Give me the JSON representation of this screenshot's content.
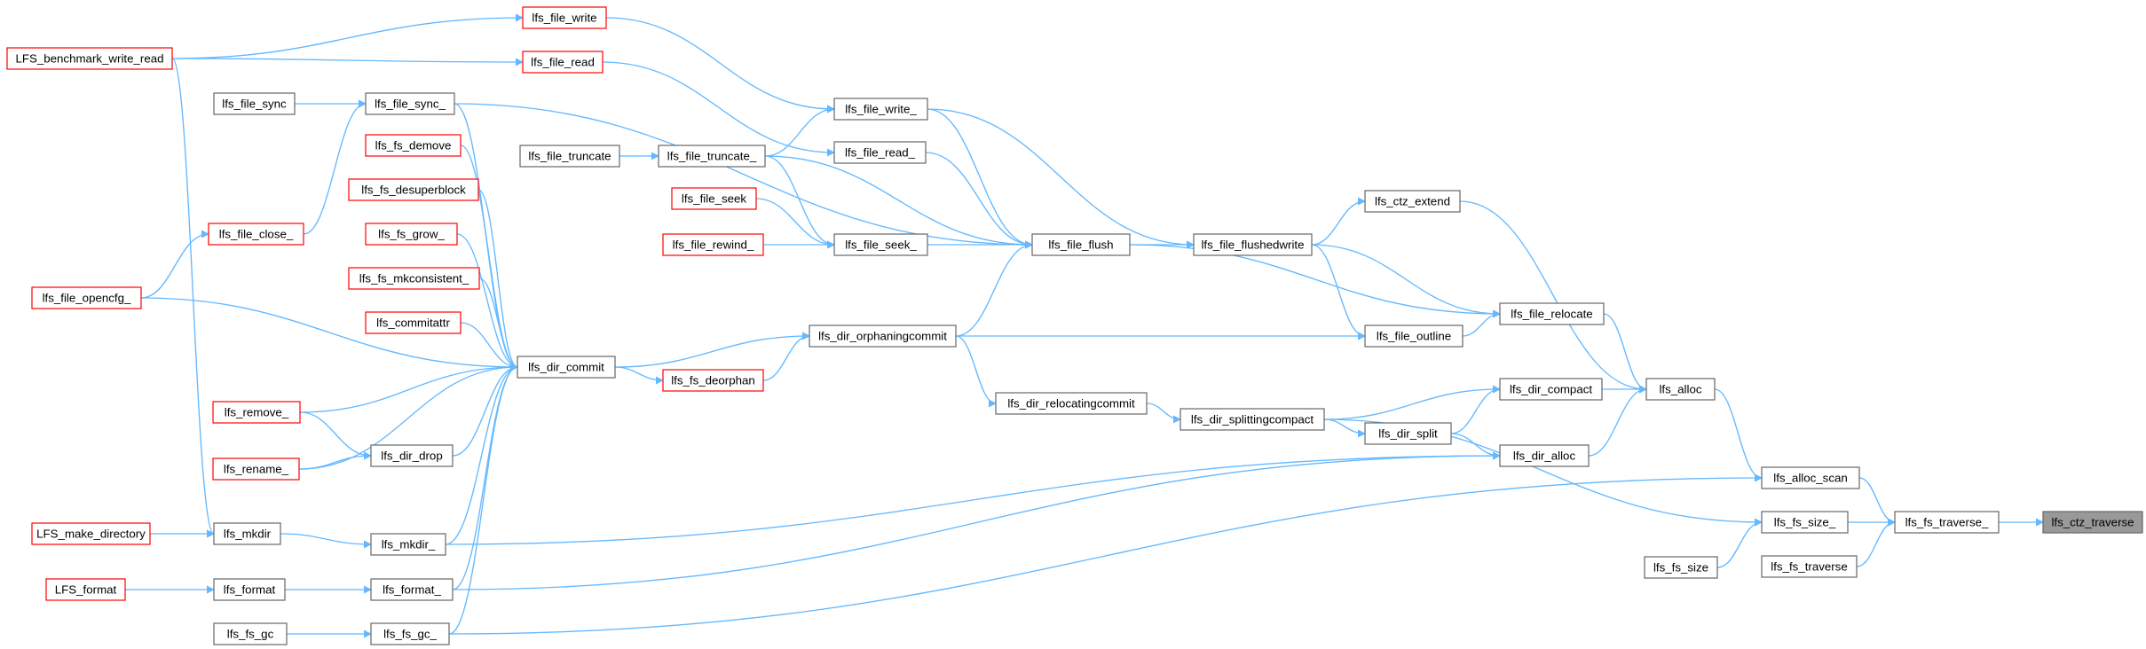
{
  "graph": {
    "title": "",
    "colors": {
      "edge": "#63b8ff",
      "node_border": "#666666",
      "truncated_border": "#ff0000",
      "root_fill": "#999999",
      "node_fill": "#ffffff"
    },
    "nodes": [
      {
        "id": "lfs_ctz_traverse",
        "label": "lfs_ctz_traverse",
        "style": "root"
      },
      {
        "id": "lfs_fs_traverse_",
        "label": "lfs_fs_traverse_",
        "style": "normal"
      },
      {
        "id": "lfs_alloc_scan",
        "label": "lfs_alloc_scan",
        "style": "normal"
      },
      {
        "id": "lfs_fs_size_",
        "label": "lfs_fs_size_",
        "style": "normal"
      },
      {
        "id": "lfs_fs_traverse",
        "label": "lfs_fs_traverse",
        "style": "normal"
      },
      {
        "id": "lfs_fs_size",
        "label": "lfs_fs_size",
        "style": "normal"
      },
      {
        "id": "lfs_alloc",
        "label": "lfs_alloc",
        "style": "normal"
      },
      {
        "id": "lfs_dir_compact",
        "label": "lfs_dir_compact",
        "style": "normal"
      },
      {
        "id": "lfs_dir_alloc",
        "label": "lfs_dir_alloc",
        "style": "normal"
      },
      {
        "id": "lfs_file_relocate",
        "label": "lfs_file_relocate",
        "style": "normal"
      },
      {
        "id": "lfs_ctz_extend",
        "label": "lfs_ctz_extend",
        "style": "normal"
      },
      {
        "id": "lfs_file_outline",
        "label": "lfs_file_outline",
        "style": "normal"
      },
      {
        "id": "lfs_dir_split",
        "label": "lfs_dir_split",
        "style": "normal"
      },
      {
        "id": "lfs_dir_splittingcompact",
        "label": "lfs_dir_splittingcompact",
        "style": "normal"
      },
      {
        "id": "lfs_file_flushedwrite",
        "label": "lfs_file_flushedwrite",
        "style": "normal"
      },
      {
        "id": "lfs_dir_relocatingcommit",
        "label": "lfs_dir_relocatingcommit",
        "style": "normal"
      },
      {
        "id": "lfs_file_flush",
        "label": "lfs_file_flush",
        "style": "normal"
      },
      {
        "id": "lfs_dir_orphaningcommit",
        "label": "lfs_dir_orphaningcommit",
        "style": "normal"
      },
      {
        "id": "lfs_file_write_",
        "label": "lfs_file_write_",
        "style": "normal"
      },
      {
        "id": "lfs_file_read_",
        "label": "lfs_file_read_",
        "style": "normal"
      },
      {
        "id": "lfs_file_seek_",
        "label": "lfs_file_seek_",
        "style": "normal"
      },
      {
        "id": "lfs_fs_deorphan",
        "label": "lfs_fs_deorphan",
        "style": "truncated"
      },
      {
        "id": "lfs_file_truncate_",
        "label": "lfs_file_truncate_",
        "style": "normal"
      },
      {
        "id": "lfs_file_seek",
        "label": "lfs_file_seek",
        "style": "truncated"
      },
      {
        "id": "lfs_file_rewind_",
        "label": "lfs_file_rewind_",
        "style": "truncated"
      },
      {
        "id": "lfs_file_write",
        "label": "lfs_file_write",
        "style": "truncated"
      },
      {
        "id": "lfs_file_read",
        "label": "lfs_file_read",
        "style": "truncated"
      },
      {
        "id": "lfs_file_truncate",
        "label": "lfs_file_truncate",
        "style": "normal"
      },
      {
        "id": "lfs_dir_commit",
        "label": "lfs_dir_commit",
        "style": "normal"
      },
      {
        "id": "lfs_file_sync_",
        "label": "lfs_file_sync_",
        "style": "normal"
      },
      {
        "id": "lfs_dir_drop",
        "label": "lfs_dir_drop",
        "style": "normal"
      },
      {
        "id": "lfs_mkdir_",
        "label": "lfs_mkdir_",
        "style": "normal"
      },
      {
        "id": "lfs_format_",
        "label": "lfs_format_",
        "style": "normal"
      },
      {
        "id": "lfs_fs_gc_",
        "label": "lfs_fs_gc_",
        "style": "normal"
      },
      {
        "id": "lfs_fs_demove",
        "label": "lfs_fs_demove",
        "style": "truncated"
      },
      {
        "id": "lfs_fs_desuperblock",
        "label": "lfs_fs_desuperblock",
        "style": "truncated"
      },
      {
        "id": "lfs_fs_grow_",
        "label": "lfs_fs_grow_",
        "style": "truncated"
      },
      {
        "id": "lfs_fs_mkconsistent_",
        "label": "lfs_fs_mkconsistent_",
        "style": "truncated"
      },
      {
        "id": "lfs_commitattr",
        "label": "lfs_commitattr",
        "style": "truncated"
      },
      {
        "id": "lfs_remove_",
        "label": "lfs_remove_",
        "style": "truncated"
      },
      {
        "id": "lfs_rename_",
        "label": "lfs_rename_",
        "style": "truncated"
      },
      {
        "id": "lfs_file_close_",
        "label": "lfs_file_close_",
        "style": "truncated"
      },
      {
        "id": "lfs_file_opencfg_",
        "label": "lfs_file_opencfg_",
        "style": "truncated"
      },
      {
        "id": "lfs_file_sync",
        "label": "lfs_file_sync",
        "style": "normal"
      },
      {
        "id": "lfs_mkdir",
        "label": "lfs_mkdir",
        "style": "normal"
      },
      {
        "id": "lfs_format",
        "label": "lfs_format",
        "style": "normal"
      },
      {
        "id": "lfs_fs_gc",
        "label": "lfs_fs_gc",
        "style": "normal"
      },
      {
        "id": "LFS_benchmark_write_read",
        "label": "LFS_benchmark_write_read",
        "style": "truncated"
      },
      {
        "id": "LFS_make_directory",
        "label": "LFS_make_directory",
        "style": "truncated"
      },
      {
        "id": "LFS_format",
        "label": "LFS_format",
        "style": "truncated"
      }
    ],
    "edges": [
      {
        "from": "lfs_fs_traverse_",
        "to": "lfs_ctz_traverse"
      },
      {
        "from": "lfs_alloc_scan",
        "to": "lfs_fs_traverse_"
      },
      {
        "from": "lfs_fs_size_",
        "to": "lfs_fs_traverse_"
      },
      {
        "from": "lfs_fs_traverse",
        "to": "lfs_fs_traverse_"
      },
      {
        "from": "lfs_fs_size",
        "to": "lfs_fs_size_"
      },
      {
        "from": "lfs_alloc",
        "to": "lfs_alloc_scan"
      },
      {
        "from": "lfs_fs_gc_",
        "to": "lfs_alloc_scan"
      },
      {
        "from": "lfs_dir_splittingcompact",
        "to": "lfs_fs_size_"
      },
      {
        "from": "lfs_dir_compact",
        "to": "lfs_alloc"
      },
      {
        "from": "lfs_dir_alloc",
        "to": "lfs_alloc"
      },
      {
        "from": "lfs_file_relocate",
        "to": "lfs_alloc"
      },
      {
        "from": "lfs_ctz_extend",
        "to": "lfs_alloc"
      },
      {
        "from": "lfs_dir_splittingcompact",
        "to": "lfs_dir_compact"
      },
      {
        "from": "lfs_dir_split",
        "to": "lfs_dir_compact"
      },
      {
        "from": "lfs_dir_split",
        "to": "lfs_dir_alloc"
      },
      {
        "from": "lfs_mkdir_",
        "to": "lfs_dir_alloc"
      },
      {
        "from": "lfs_format_",
        "to": "lfs_dir_alloc"
      },
      {
        "from": "lfs_file_flushedwrite",
        "to": "lfs_file_relocate"
      },
      {
        "from": "lfs_file_flush",
        "to": "lfs_file_relocate"
      },
      {
        "from": "lfs_file_outline",
        "to": "lfs_file_relocate"
      },
      {
        "from": "lfs_file_flushedwrite",
        "to": "lfs_ctz_extend"
      },
      {
        "from": "lfs_file_flushedwrite",
        "to": "lfs_file_outline"
      },
      {
        "from": "lfs_dir_orphaningcommit",
        "to": "lfs_file_outline"
      },
      {
        "from": "lfs_dir_splittingcompact",
        "to": "lfs_dir_split"
      },
      {
        "from": "lfs_dir_relocatingcommit",
        "to": "lfs_dir_splittingcompact"
      },
      {
        "from": "lfs_file_flush",
        "to": "lfs_file_flushedwrite"
      },
      {
        "from": "lfs_file_write_",
        "to": "lfs_file_flushedwrite"
      },
      {
        "from": "lfs_dir_orphaningcommit",
        "to": "lfs_dir_relocatingcommit"
      },
      {
        "from": "lfs_file_write_",
        "to": "lfs_file_flush"
      },
      {
        "from": "lfs_file_read_",
        "to": "lfs_file_flush"
      },
      {
        "from": "lfs_file_seek_",
        "to": "lfs_file_flush"
      },
      {
        "from": "lfs_file_truncate_",
        "to": "lfs_file_flush"
      },
      {
        "from": "lfs_file_sync_",
        "to": "lfs_file_flush"
      },
      {
        "from": "lfs_dir_orphaningcommit",
        "to": "lfs_file_flush"
      },
      {
        "from": "lfs_dir_commit",
        "to": "lfs_dir_orphaningcommit"
      },
      {
        "from": "lfs_fs_deorphan",
        "to": "lfs_dir_orphaningcommit"
      },
      {
        "from": "lfs_file_truncate_",
        "to": "lfs_file_write_"
      },
      {
        "from": "lfs_file_write",
        "to": "lfs_file_write_"
      },
      {
        "from": "lfs_file_read",
        "to": "lfs_file_read_"
      },
      {
        "from": "lfs_file_seek",
        "to": "lfs_file_seek_"
      },
      {
        "from": "lfs_file_rewind_",
        "to": "lfs_file_seek_"
      },
      {
        "from": "lfs_file_truncate_",
        "to": "lfs_file_seek_"
      },
      {
        "from": "lfs_dir_commit",
        "to": "lfs_fs_deorphan"
      },
      {
        "from": "lfs_file_truncate",
        "to": "lfs_file_truncate_"
      },
      {
        "from": "LFS_benchmark_write_read",
        "to": "lfs_file_write"
      },
      {
        "from": "LFS_benchmark_write_read",
        "to": "lfs_file_read"
      },
      {
        "from": "lfs_file_sync_",
        "to": "lfs_dir_commit"
      },
      {
        "from": "lfs_fs_demove",
        "to": "lfs_dir_commit"
      },
      {
        "from": "lfs_fs_desuperblock",
        "to": "lfs_dir_commit"
      },
      {
        "from": "lfs_fs_grow_",
        "to": "lfs_dir_commit"
      },
      {
        "from": "lfs_fs_mkconsistent_",
        "to": "lfs_dir_commit"
      },
      {
        "from": "lfs_commitattr",
        "to": "lfs_dir_commit"
      },
      {
        "from": "lfs_file_opencfg_",
        "to": "lfs_dir_commit"
      },
      {
        "from": "lfs_remove_",
        "to": "lfs_dir_commit"
      },
      {
        "from": "lfs_dir_drop",
        "to": "lfs_dir_commit"
      },
      {
        "from": "lfs_rename_",
        "to": "lfs_dir_commit"
      },
      {
        "from": "lfs_mkdir_",
        "to": "lfs_dir_commit"
      },
      {
        "from": "lfs_format_",
        "to": "lfs_dir_commit"
      },
      {
        "from": "lfs_fs_gc_",
        "to": "lfs_dir_commit"
      },
      {
        "from": "lfs_file_sync",
        "to": "lfs_file_sync_"
      },
      {
        "from": "lfs_file_close_",
        "to": "lfs_file_sync_"
      },
      {
        "from": "lfs_remove_",
        "to": "lfs_dir_drop"
      },
      {
        "from": "lfs_rename_",
        "to": "lfs_dir_drop"
      },
      {
        "from": "lfs_mkdir",
        "to": "lfs_mkdir_"
      },
      {
        "from": "lfs_format",
        "to": "lfs_format_"
      },
      {
        "from": "lfs_fs_gc",
        "to": "lfs_fs_gc_"
      },
      {
        "from": "lfs_file_opencfg_",
        "to": "lfs_file_close_"
      },
      {
        "from": "LFS_benchmark_write_read",
        "to": "lfs_mkdir"
      },
      {
        "from": "LFS_make_directory",
        "to": "lfs_mkdir"
      },
      {
        "from": "LFS_format",
        "to": "lfs_format"
      }
    ]
  }
}
